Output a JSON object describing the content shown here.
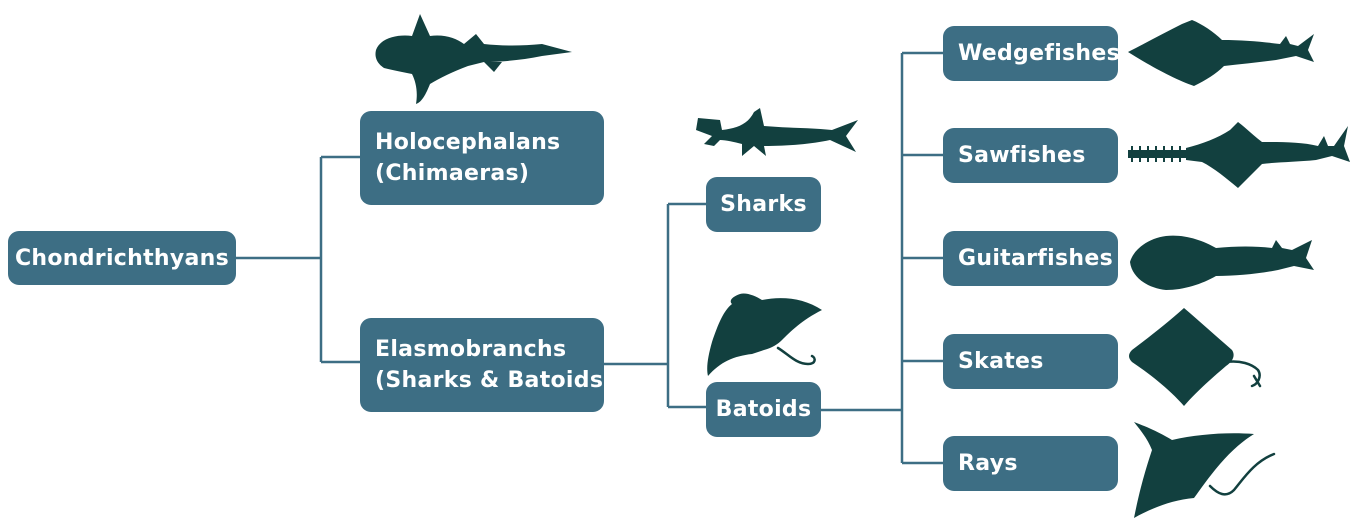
{
  "nodes": {
    "root": "Chondrichthyans",
    "holocephalans": {
      "line1": "Holocephalans",
      "line2": "(Chimaeras)"
    },
    "elasmobranchs": {
      "line1": "Elasmobranchs",
      "line2": "(Sharks & Batoids)"
    },
    "sharks": "Sharks",
    "batoids": "Batoids",
    "wedgefishes": "Wedgefishes",
    "sawfishes": "Sawfishes",
    "guitarfishes": "Guitarfishes",
    "skates": "Skates",
    "rays": "Rays"
  },
  "silhouettes": [
    "chimaera-icon",
    "hammerhead-shark-icon",
    "manta-ray-icon",
    "wedgefish-icon",
    "sawfish-icon",
    "guitarfish-icon",
    "skate-icon",
    "ray-icon"
  ],
  "colors": {
    "node_fill": "#3d6e84",
    "connector": "#3d6e84",
    "silhouette": "#12403f",
    "text": "#ffffff"
  }
}
